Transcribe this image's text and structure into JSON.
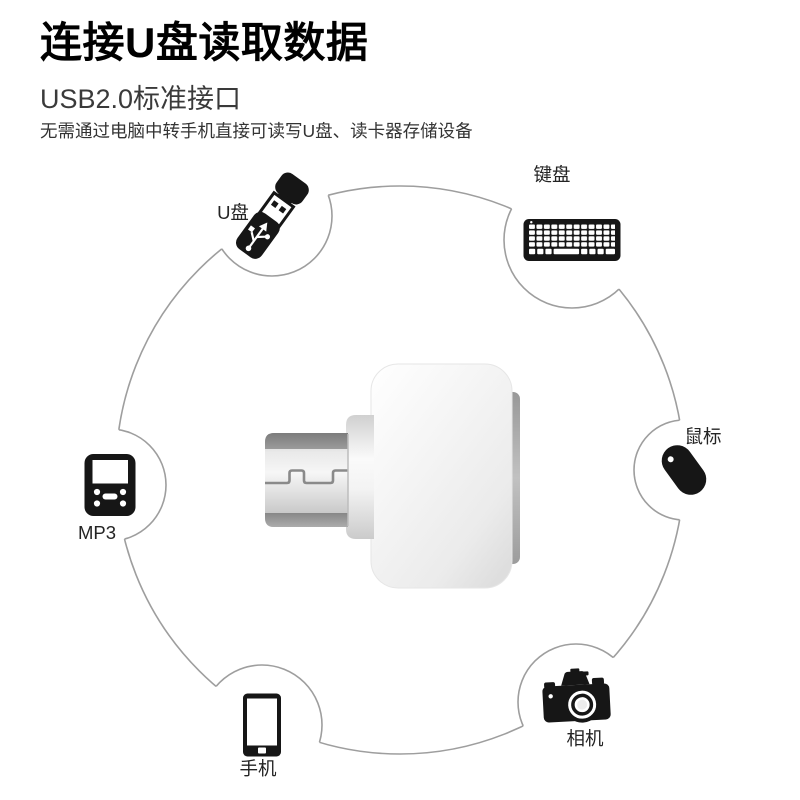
{
  "page": {
    "background": "#ffffff"
  },
  "header": {
    "title": "连接U盘读取数据",
    "subtitle": "USB2.0标准接口",
    "description": "无需通过电脑中转手机直接可读写U盘、读卡器存储设备"
  },
  "diagram": {
    "circle_color": "#9e9e9e",
    "icon_color": "#161616",
    "label_color": "#242424",
    "product": {
      "body_color": "#f2f2f2",
      "connector_color": "#d9d9d9",
      "edge_color": "#a8a8a8"
    },
    "devices": [
      {
        "icon": "usb-drive-icon",
        "label": "U盘"
      },
      {
        "icon": "keyboard-icon",
        "label": "键盘"
      },
      {
        "icon": "mouse-icon",
        "label": "鼠标"
      },
      {
        "icon": "camera-icon",
        "label": "相机"
      },
      {
        "icon": "phone-icon",
        "label": "手机"
      },
      {
        "icon": "mp3-player-icon",
        "label": "MP3"
      }
    ]
  }
}
